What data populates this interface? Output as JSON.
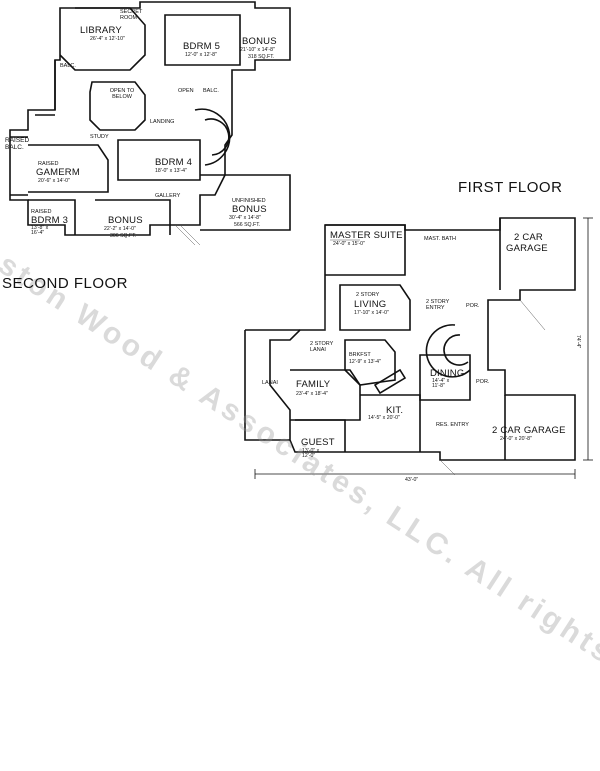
{
  "watermark": "Preston Wood & Associates, LLC. All rights reserved.",
  "floors": {
    "second": "SECOND FLOOR",
    "first": "FIRST FLOOR"
  },
  "second_floor": {
    "library": {
      "name": "LIBRARY",
      "dims": "26'-4\" x 12'-10\""
    },
    "secret_room": "SECRET ROOM",
    "bdrm5": {
      "name": "BDRM 5",
      "dims": "12'-0\" x 12'-8\""
    },
    "bonus_top": {
      "name": "BONUS",
      "dims": "21'-10\" x 14'-8\"",
      "area": "318 SQ.FT."
    },
    "balc_left": "BALC.",
    "balc_right": "BALC.",
    "open_to_below": "OPEN TO BELOW",
    "open": "OPEN",
    "landing": "LANDING",
    "study": "STUDY",
    "raised_balc": "RAISED BALC.",
    "gamerm": {
      "prefix": "RAISED",
      "name": "GAMERM",
      "dims": "20'-6\" x 14'-0\""
    },
    "bdrm4": {
      "name": "BDRM 4",
      "dims": "18'-0\" x 13'-4\""
    },
    "gallery": "GALLERY",
    "bdrm3": {
      "prefix": "RAISED",
      "name": "BDRM 3",
      "dims": "13'-8\" x 16'-4\""
    },
    "bonus_mid": {
      "name": "BONUS",
      "dims": "22'-2\" x 14'-0\"",
      "area": "306 SQ.FT."
    },
    "bonus_unfinished": {
      "prefix": "UNFINISHED",
      "name": "BONUS",
      "dims": "30'-4\" x 14'-8\"",
      "area": "566 SQ.FT."
    }
  },
  "first_floor": {
    "master_suite": {
      "name": "MASTER SUITE",
      "dims": "24'-0\" x 15'-0\""
    },
    "mast_bath": "MAST. BATH",
    "garage_top": {
      "line1": "2 CAR",
      "line2": "GARAGE"
    },
    "living": {
      "prefix": "2 STORY",
      "name": "LIVING",
      "dims": "17'-10\" x 14'-0\""
    },
    "entry": "2 STORY ENTRY",
    "por_top": "POR.",
    "lanai_2story": "2 STORY LANAI",
    "brkfst": {
      "name": "BRKFST",
      "dims": "12'-9\" x 13'-4\""
    },
    "dining": {
      "name": "DINING",
      "dims": "14'-4\" x 11'-8\""
    },
    "lanai": "LANAI",
    "family": {
      "name": "FAMILY",
      "dims": "23'-4\" x 18'-4\""
    },
    "kit": {
      "name": "KIT.",
      "dims": "14'-5\" x 20'-0\""
    },
    "por_bottom": "POR.",
    "res_entry": "RES. ENTRY",
    "garage_bottom": {
      "name": "2 CAR GARAGE",
      "dims": "24'-0\" x 20'-8\""
    },
    "guest": {
      "name": "GUEST",
      "dims": "13'-0\" x 12'-0\""
    },
    "overall_depth": "74'-4\"",
    "overall_width": "43'-0\""
  }
}
